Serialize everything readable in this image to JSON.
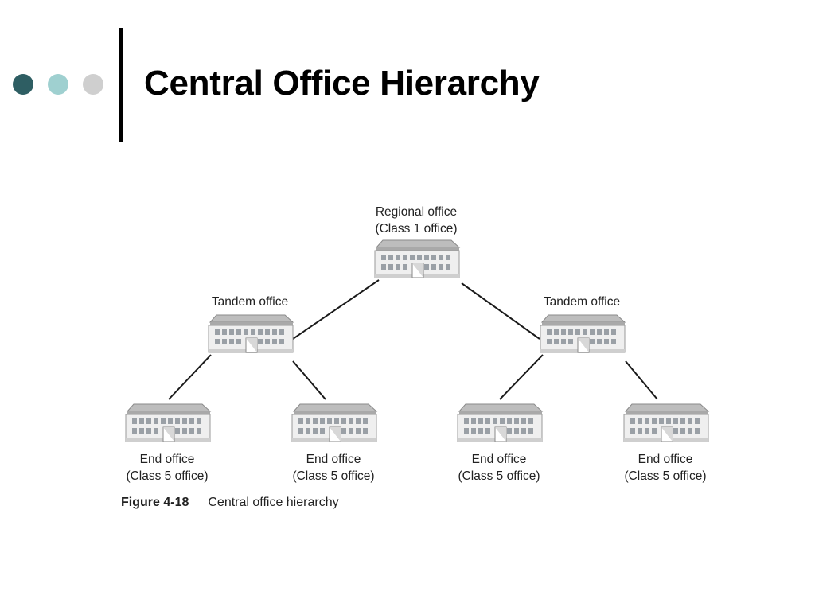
{
  "slide": {
    "title": "Central Office Hierarchy",
    "bullet_colors": [
      "#2e5e63",
      "#9fd0d0",
      "#cfcfcf"
    ]
  },
  "diagram": {
    "nodes": [
      {
        "id": "regional",
        "line1": "Regional office",
        "line2": "(Class 1 office)"
      },
      {
        "id": "tandem-left",
        "line1": "Tandem office",
        "line2": ""
      },
      {
        "id": "tandem-right",
        "line1": "Tandem office",
        "line2": ""
      },
      {
        "id": "end-1",
        "line1": "End office",
        "line2": "(Class 5 office)"
      },
      {
        "id": "end-2",
        "line1": "End office",
        "line2": "(Class 5 office)"
      },
      {
        "id": "end-3",
        "line1": "End office",
        "line2": "(Class 5 office)"
      },
      {
        "id": "end-4",
        "line1": "End office",
        "line2": "(Class 5 office)"
      }
    ],
    "edges": [
      [
        "regional",
        "tandem-left"
      ],
      [
        "regional",
        "tandem-right"
      ],
      [
        "tandem-left",
        "end-1"
      ],
      [
        "tandem-left",
        "end-2"
      ],
      [
        "tandem-right",
        "end-3"
      ],
      [
        "tandem-right",
        "end-4"
      ]
    ],
    "caption": {
      "number": "Figure 4-18",
      "text": "Central office hierarchy"
    }
  }
}
